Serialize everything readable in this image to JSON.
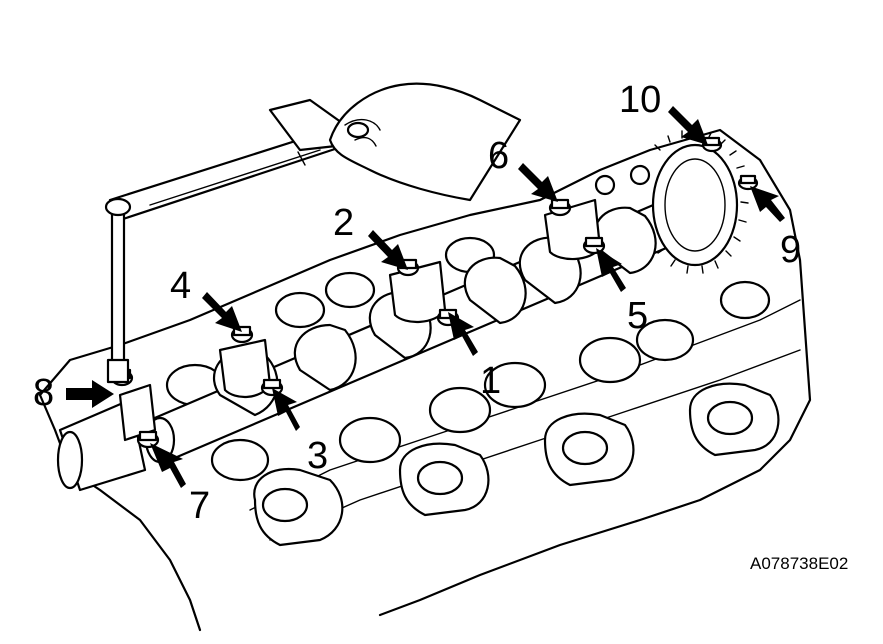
{
  "figure": {
    "reference_code": "A078738E02",
    "callouts": [
      "1",
      "2",
      "3",
      "4",
      "5",
      "6",
      "7",
      "8",
      "9",
      "10"
    ]
  }
}
